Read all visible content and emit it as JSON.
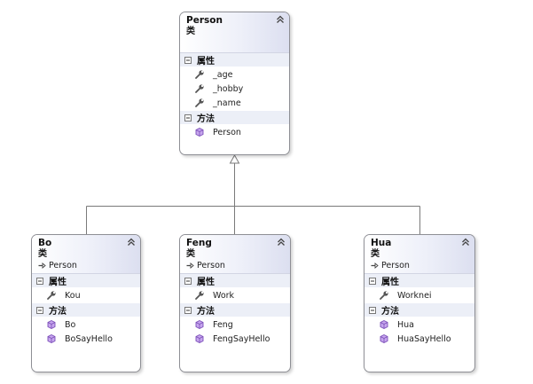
{
  "diagram": {
    "base_class": {
      "name": "Person",
      "kind": "类",
      "sections": [
        {
          "title": "属性",
          "items": [
            "_age",
            "_hobby",
            "_name"
          ],
          "item_icon": "wrench-icon"
        },
        {
          "title": "方法",
          "items": [
            "Person"
          ],
          "item_icon": "method-cube-icon"
        }
      ]
    },
    "derived_classes": [
      {
        "name": "Bo",
        "kind": "类",
        "base": "Person",
        "sections": [
          {
            "title": "属性",
            "items": [
              "Kou"
            ],
            "item_icon": "wrench-icon"
          },
          {
            "title": "方法",
            "items": [
              "Bo",
              "BoSayHello"
            ],
            "item_icon": "method-cube-icon"
          }
        ]
      },
      {
        "name": "Feng",
        "kind": "类",
        "base": "Person",
        "sections": [
          {
            "title": "属性",
            "items": [
              "Work"
            ],
            "item_icon": "wrench-icon"
          },
          {
            "title": "方法",
            "items": [
              "Feng",
              "FengSayHello"
            ],
            "item_icon": "method-cube-icon"
          }
        ]
      },
      {
        "name": "Hua",
        "kind": "类",
        "base": "Person",
        "sections": [
          {
            "title": "属性",
            "items": [
              "Worknei"
            ],
            "item_icon": "wrench-icon"
          },
          {
            "title": "方法",
            "items": [
              "Hua",
              "HuaSayHello"
            ],
            "item_icon": "method-cube-icon"
          }
        ]
      }
    ],
    "colors": {
      "border": "#8e8f95",
      "header_gradient_end": "#dcdff0",
      "section_band": "#eceff7",
      "connector": "#7a7a7a",
      "method_icon": "#8d5fc4"
    }
  }
}
